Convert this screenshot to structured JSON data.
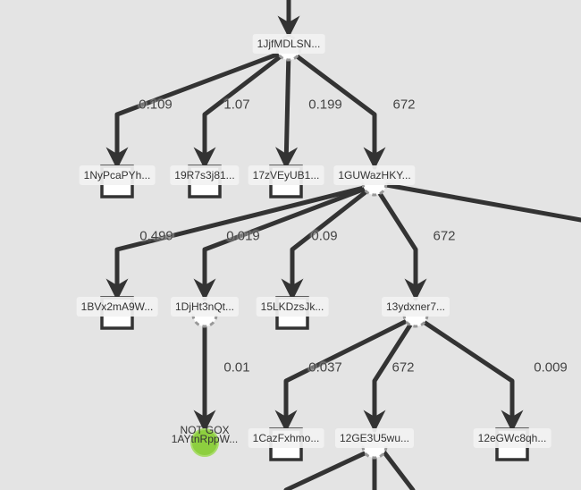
{
  "diagram": {
    "nodes": {
      "root": {
        "label": "1JjfMDLSN...",
        "shape": "circle"
      },
      "n1": {
        "label": "1NyPcaPYh...",
        "shape": "square"
      },
      "n2": {
        "label": "19R7s3j81...",
        "shape": "square"
      },
      "n3": {
        "label": "17zVEyUB1...",
        "shape": "square"
      },
      "n4": {
        "label": "1GUWazHKY...",
        "shape": "circle"
      },
      "n5": {
        "label": "1BVx2mA9W...",
        "shape": "square"
      },
      "n6": {
        "label": "1DjHt3nQt...",
        "shape": "circle"
      },
      "n7": {
        "label": "15LKDzsJk...",
        "shape": "square"
      },
      "n8": {
        "label": "13ydxner7...",
        "shape": "circle"
      },
      "n9": {
        "label": "1AYtnRppW...",
        "tag": "NOT GOX",
        "shape": "green-circle"
      },
      "n10": {
        "label": "1CazFxhmo...",
        "shape": "square"
      },
      "n11": {
        "label": "12GE3U5wu...",
        "shape": "circle"
      },
      "n12": {
        "label": "12eGWc8qh...",
        "shape": "square"
      }
    },
    "edges": [
      {
        "from": "root",
        "to": "n1",
        "value": "0.109"
      },
      {
        "from": "root",
        "to": "n2",
        "value": "1.07"
      },
      {
        "from": "root",
        "to": "n3",
        "value": "0.199"
      },
      {
        "from": "root",
        "to": "n4",
        "value": "672"
      },
      {
        "from": "n4",
        "to": "n5",
        "value": "0.499"
      },
      {
        "from": "n4",
        "to": "n6",
        "value": "0.019"
      },
      {
        "from": "n4",
        "to": "n7",
        "value": "0.09"
      },
      {
        "from": "n4",
        "to": "n8",
        "value": "672"
      },
      {
        "from": "n6",
        "to": "n9",
        "value": "0.01"
      },
      {
        "from": "n8",
        "to": "n10",
        "value": "0.037"
      },
      {
        "from": "n8",
        "to": "n11",
        "value": "672"
      },
      {
        "from": "n8",
        "to": "n12",
        "value": "0.009"
      }
    ]
  },
  "colors": {
    "background": "#e4e4e4",
    "edge": "#333333",
    "node_fill": "#ffffff",
    "node_stroke": "#333333",
    "circle_stroke": "#999999",
    "green_node": "#8dcf3f"
  }
}
